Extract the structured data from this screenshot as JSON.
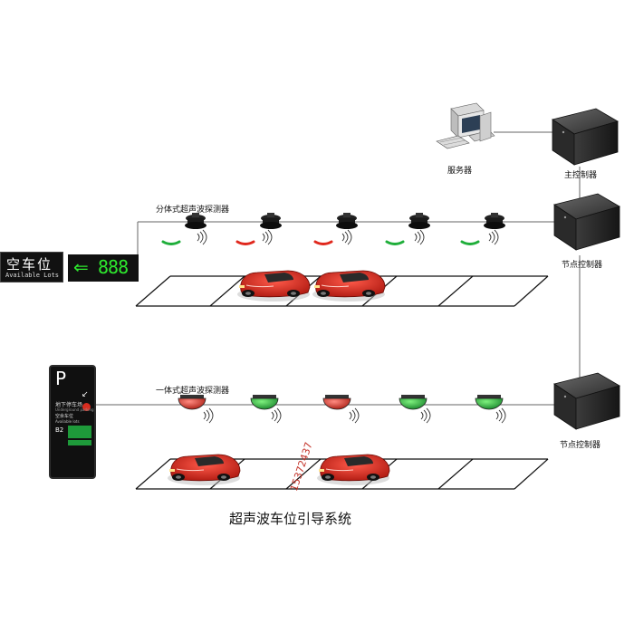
{
  "title": "超声波车位引导系统",
  "watermark": "15372437",
  "labels": {
    "server": "服务器",
    "main_controller": "主控制器",
    "node_controller_1": "节点控制器",
    "node_controller_2": "节点控制器",
    "split_detector": "分体式超声波探测器",
    "integrated_detector": "一体式超声波探测器"
  },
  "sign": {
    "text_cn": "空车位",
    "text_en": "Available Lots",
    "arrow": "⇐",
    "count": "888"
  },
  "kiosk": {
    "p": "P",
    "line1": "地下停车场",
    "line2": "Underground parking",
    "line3": "空余车位",
    "line4": "Available lots",
    "level": "B2"
  },
  "colors": {
    "line": "#555555",
    "green_led": "#2ee82e",
    "red_indicator": "#e0281d",
    "green_indicator": "#1fae3a",
    "car_red": "#d9261c",
    "watermark": "#c4352b"
  },
  "icons": [
    "computer-icon",
    "controller-box-icon",
    "ultrasonic-sensor-icon",
    "sound-wave-icon",
    "car-icon",
    "arrow-left-icon"
  ],
  "row1_indicators": [
    "green",
    "red",
    "red",
    "green",
    "green"
  ],
  "row2_sensors": [
    "red",
    "green",
    "red",
    "green",
    "green"
  ]
}
